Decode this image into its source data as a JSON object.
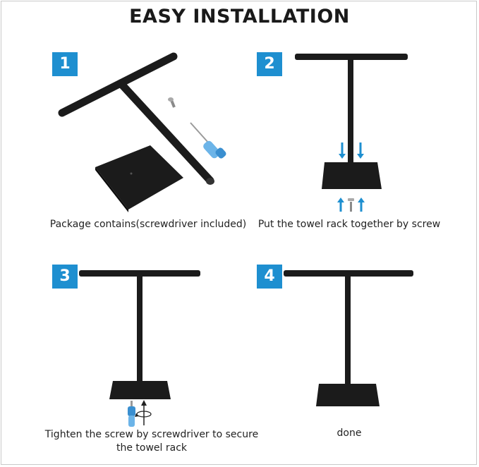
{
  "title": "EASY INSTALLATION",
  "accent_color": "#1e8fd0",
  "product_color": "#1b1b1b",
  "steps": [
    {
      "number": "1",
      "caption": "Package contains(screwdriver included)",
      "icons": [
        "t-bar-icon",
        "square-base-icon",
        "screw-icon",
        "screwdriver-icon"
      ]
    },
    {
      "number": "2",
      "caption": "Put the towel rack together by screw",
      "icons": [
        "towel-rack-icon",
        "arrow-down-icon",
        "arrow-up-icon",
        "screw-icon"
      ]
    },
    {
      "number": "3",
      "caption_line1": "Tighten the screw by screwdriver to secure",
      "caption_line2": "the towel rack",
      "icons": [
        "towel-rack-icon",
        "screwdriver-icon",
        "rotate-arrow-icon"
      ]
    },
    {
      "number": "4",
      "caption": "done",
      "icons": [
        "towel-rack-icon"
      ]
    }
  ]
}
